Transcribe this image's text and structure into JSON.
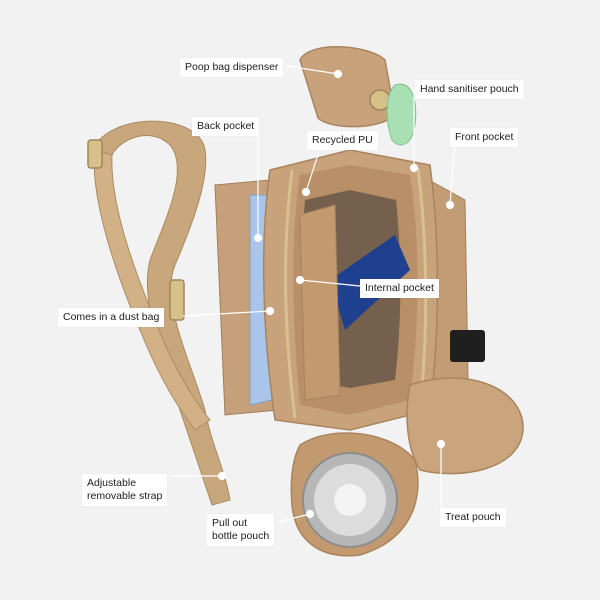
{
  "palette": {
    "background": "#f2f2f2",
    "leather": "#c8a27a",
    "leather_dark": "#a8845e",
    "strap": "#c9a77c",
    "hardware": "#d8c08a",
    "label_bg": "#ffffff",
    "pointer": "#ffffff"
  },
  "labels": {
    "poop_bag": "Poop bag dispenser",
    "hand_sanitiser": "Hand sanitiser pouch",
    "back_pocket": "Back pocket",
    "recycled_pu": "Recycled PU",
    "front_pocket": "Front pocket",
    "internal_pocket": "Internal pocket",
    "dust_bag": "Comes in a dust bag",
    "strap_line1": "Adjustable",
    "strap_line2": "removable strap",
    "bottle_line1": "Pull out",
    "bottle_line2": "bottle pouch",
    "treat_pouch": "Treat pouch"
  }
}
